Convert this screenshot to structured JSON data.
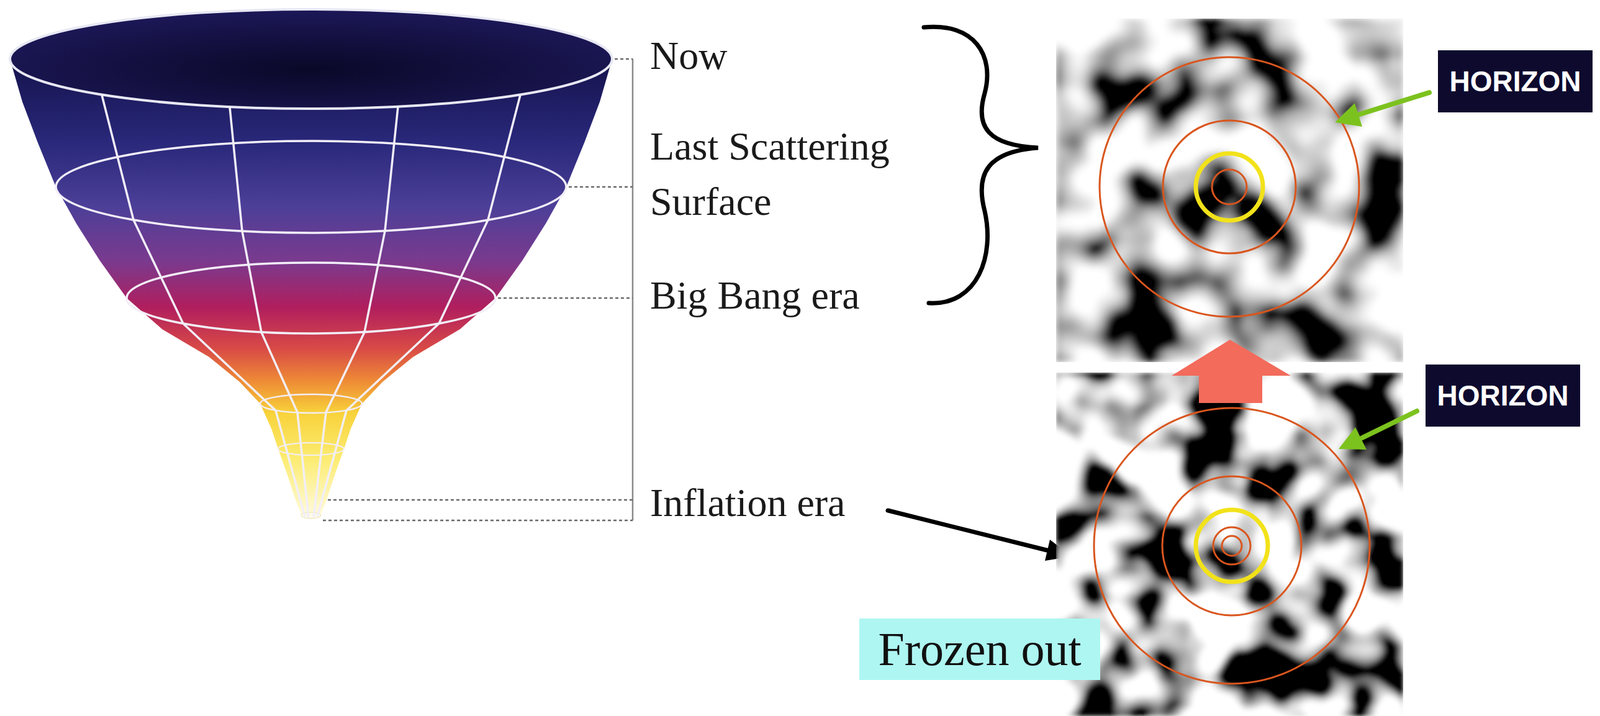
{
  "diagram": {
    "nodes": [
      {
        "text": [
          "HORIZON"
        ]
      },
      {
        "text": [
          "HORIZON"
        ]
      },
      {
        "text": [
          "Frozen out"
        ]
      }
    ],
    "labels": [
      "Now",
      "Last Scattering Surface",
      "Big Bang era",
      "Inflation era"
    ]
  }
}
